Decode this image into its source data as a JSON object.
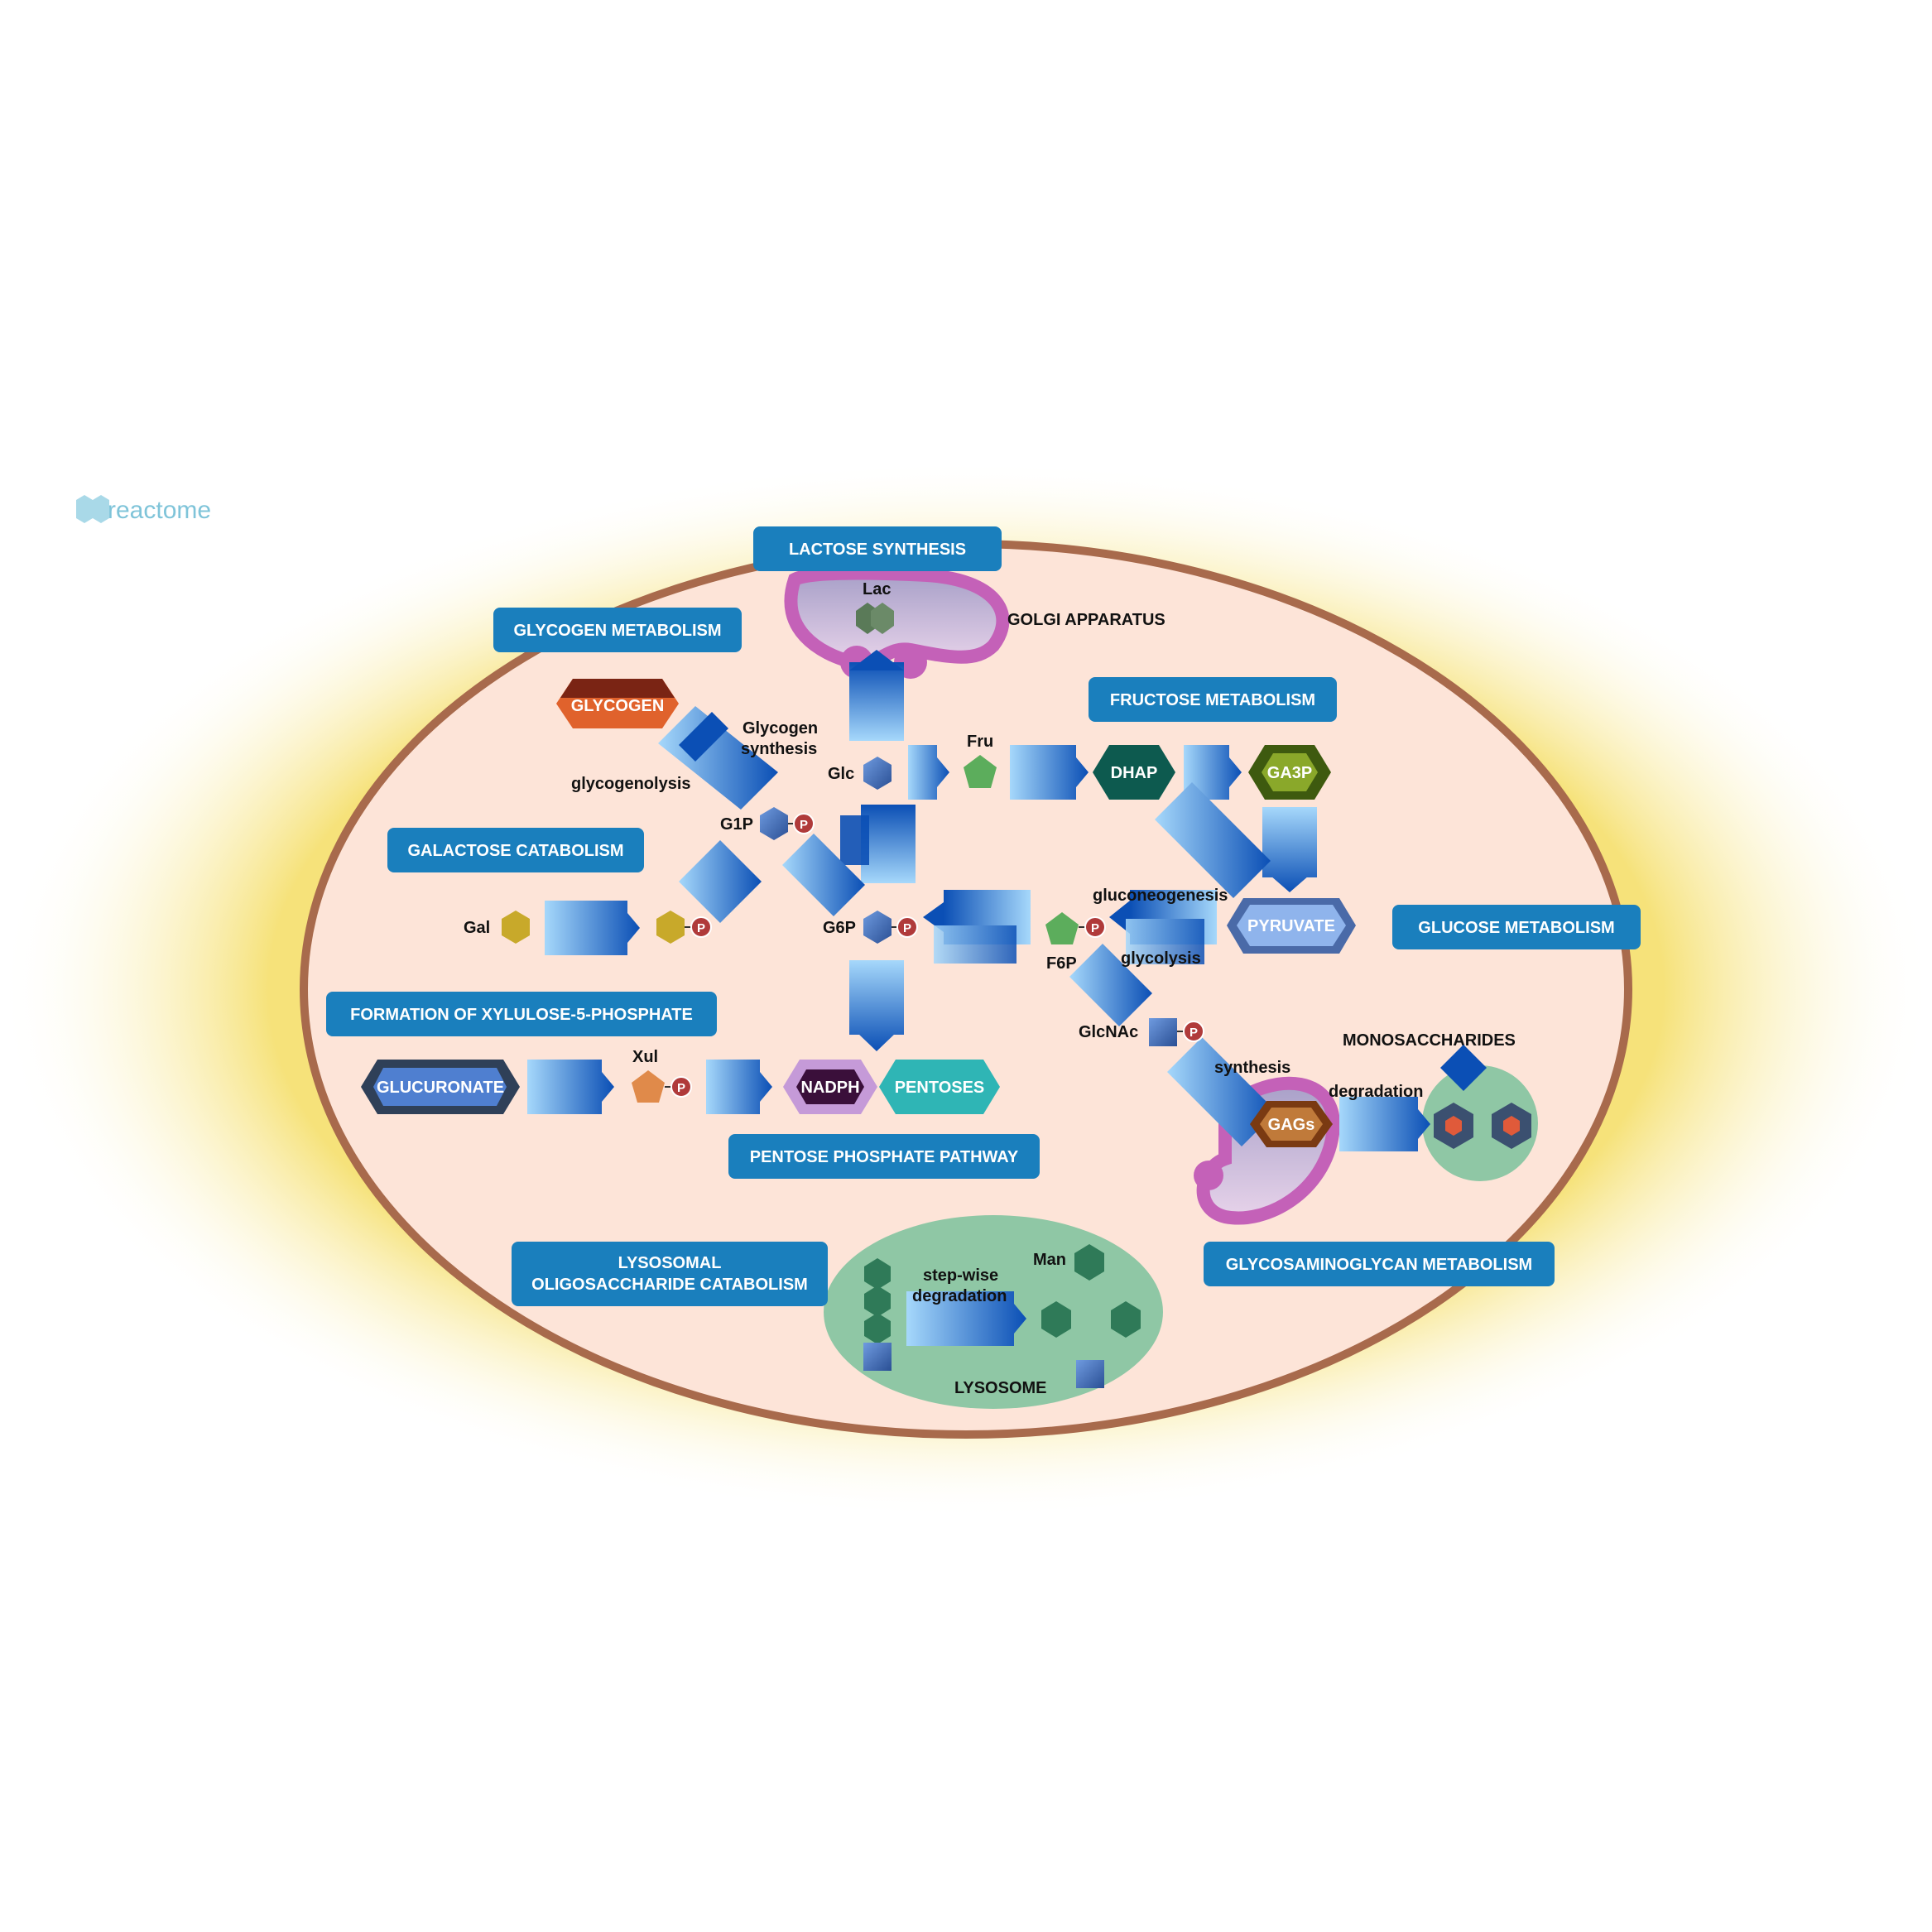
{
  "logo": {
    "text": "reactome"
  },
  "pathways": {
    "lactose_synthesis": "LACTOSE SYNTHESIS",
    "glycogen_metabolism": "GLYCOGEN METABOLISM",
    "fructose_metabolism": "FRUCTOSE METABOLISM",
    "galactose_catabolism": "GALACTOSE CATABOLISM",
    "glucose_metabolism": "GLUCOSE METABOLISM",
    "formation_xylulose": "FORMATION OF XYLULOSE-5-PHOSPHATE",
    "pentose_phosphate": "PENTOSE PHOSPHATE PATHWAY",
    "lysosomal_line1": "LYSOSOMAL",
    "lysosomal_line2": "OLIGOSACCHARIDE CATABOLISM",
    "gag_metabolism": "GLYCOSAMINOGLYCAN METABOLISM"
  },
  "compartments": {
    "golgi": "GOLGI APPARATUS",
    "lysosome": "LYSOSOME",
    "monosaccharides": "MONOSACCHARIDES"
  },
  "molecules": {
    "lac": "Lac",
    "glycogen": "GLYCOGEN",
    "glc": "Glc",
    "fru": "Fru",
    "dhap": "DHAP",
    "ga3p": "GA3P",
    "g1p": "G1P",
    "gal": "Gal",
    "g6p": "G6P",
    "f6p": "F6P",
    "pyruvate": "PYRUVATE",
    "glcnac": "GlcNAc",
    "glucuronate": "GLUCURONATE",
    "xul": "Xul",
    "nadph": "NADPH",
    "pentoses": "PENTOSES",
    "gags": "GAGs",
    "man": "Man",
    "phosphate": "P"
  },
  "processes": {
    "glycogen_synthesis_1": "Glycogen",
    "glycogen_synthesis_2": "synthesis",
    "glycogenolysis": "glycogenolysis",
    "gluconeogenesis": "gluconeogenesis",
    "glycolysis": "glycolysis",
    "synthesis": "synthesis",
    "degradation": "degradation",
    "stepwise_1": "step-wise",
    "stepwise_2": "degradation"
  },
  "colors": {
    "pathway_button": "#1a7fbd",
    "cell_fill": "#fde4d8",
    "cell_border": "#a86a4c",
    "glow": "#f6e27a",
    "golgi": "#c461b8",
    "lysosome": "#8fc7a5",
    "arrow_dark": "#0b4fb5",
    "arrow_light": "#a6d8fb"
  }
}
